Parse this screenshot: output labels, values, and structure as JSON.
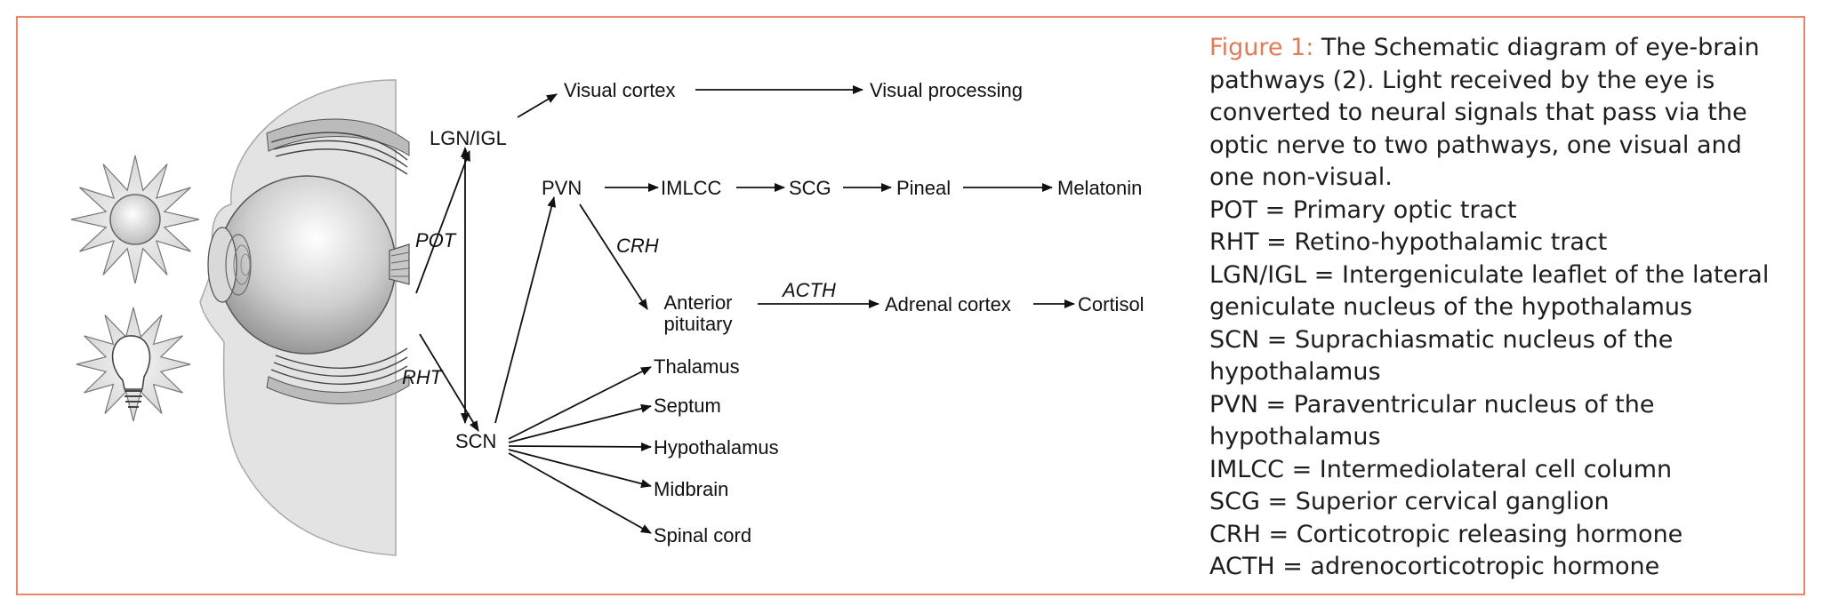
{
  "diagram": {
    "nodes": {
      "lgn_igl": "LGN/IGL",
      "visual_cortex": "Visual cortex",
      "visual_processing": "Visual processing",
      "pvn": "PVN",
      "imlcc": "IMLCC",
      "scg": "SCG",
      "pineal": "Pineal",
      "melatonin": "Melatonin",
      "anterior_pituitary_l1": "Anterior",
      "anterior_pituitary_l2": "pituitary",
      "adrenal_cortex": "Adrenal cortex",
      "cortisol": "Cortisol",
      "scn": "SCN",
      "thalamus": "Thalamus",
      "septum": "Septum",
      "hypothalamus": "Hypothalamus",
      "midbrain": "Midbrain",
      "spinal_cord": "Spinal cord"
    },
    "edge_labels": {
      "pot": "POT",
      "rht": "RHT",
      "crh": "CRH",
      "acth": "ACTH"
    },
    "icons": [
      "sun-icon",
      "light-bulb-icon",
      "eye-icon",
      "head-silhouette"
    ]
  },
  "caption": {
    "figure_label": "Figure 1:",
    "lines": [
      " The Schematic diagram of eye-brain",
      "pathways (2). Light received by the eye is",
      "converted to neural signals that pass via the",
      "optic nerve to two pathways, one visual and",
      "one non-visual.",
      "POT = Primary optic tract",
      "RHT = Retino-hypothalamic tract",
      "LGN/IGL = Intergeniculate leaflet of the lateral",
      "geniculate nucleus of the hypothalamus",
      "SCN = Suprachiasmatic nucleus of the",
      "hypothalamus",
      "PVN = Paraventricular nucleus of the",
      "hypothalamus",
      "IMLCC = Intermediolateral cell column",
      "SCG = Superior cervical ganglion",
      "CRH = Corticotropic releasing hormone",
      "ACTH = adrenocorticotropic hormone"
    ]
  },
  "colors": {
    "frame_border": "#e8876a",
    "figure_label": "#e07a5a",
    "text": "#1e1e1e"
  }
}
